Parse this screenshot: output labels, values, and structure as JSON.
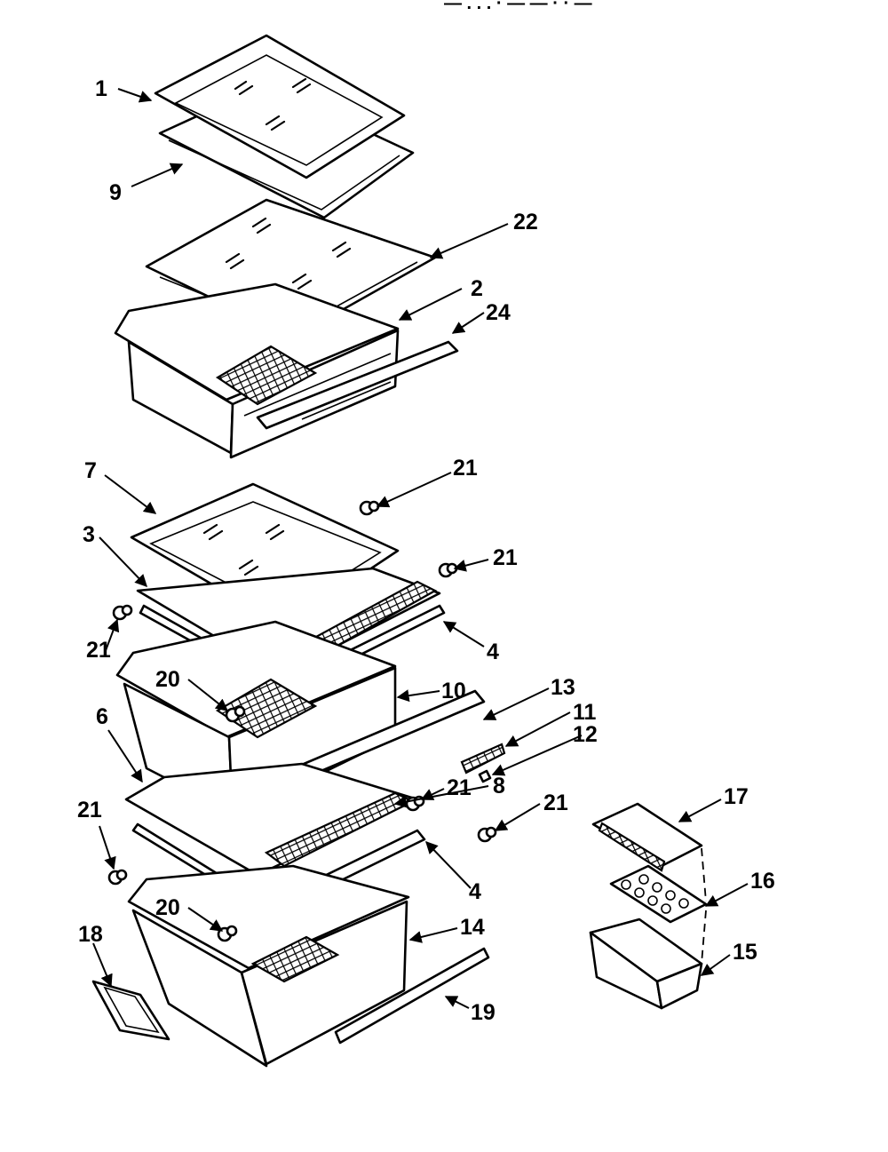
{
  "header_fragment": "— . . . ·   — —   · · —",
  "callouts": [
    "1",
    "9",
    "22",
    "2",
    "24",
    "7",
    "21",
    "3",
    "4",
    "21",
    "20",
    "10",
    "13",
    "11",
    "12",
    "6",
    "21",
    "8",
    "21",
    "21",
    "4",
    "20",
    "14",
    "18",
    "19",
    "17",
    "16",
    "15",
    "21"
  ]
}
